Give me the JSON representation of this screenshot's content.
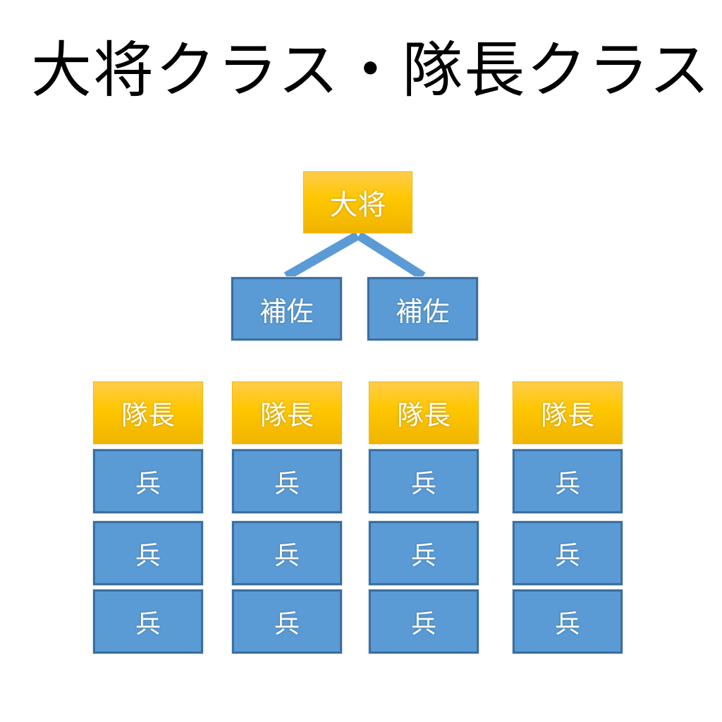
{
  "title": "大将クラス・隊長クラス",
  "colors": {
    "gold_top": "#FFCC4D",
    "gold_bottom": "#F0B400",
    "blue_fill": "#5B9BD5",
    "blue_border": "#3C6E9F",
    "connector": "#5B9BD5",
    "text": "#FFFFFF",
    "background": "#FFFFFF",
    "title_text": "#000000"
  },
  "chart_data": {
    "type": "diagram",
    "title": "大将クラス・隊長クラス",
    "layout": "org-chart",
    "levels": [
      {
        "level": 0,
        "style": "gold",
        "nodes": [
          {
            "label": "大将"
          }
        ]
      },
      {
        "level": 1,
        "style": "blue",
        "nodes": [
          {
            "label": "補佐"
          },
          {
            "label": "補佐"
          }
        ]
      },
      {
        "level": 2,
        "style": "gold",
        "nodes": [
          {
            "label": "隊長"
          },
          {
            "label": "隊長"
          },
          {
            "label": "隊長"
          },
          {
            "label": "隊長"
          }
        ]
      },
      {
        "level": 3,
        "style": "blue",
        "rows": 3,
        "nodes": [
          {
            "label": "兵"
          },
          {
            "label": "兵"
          },
          {
            "label": "兵"
          },
          {
            "label": "兵"
          },
          {
            "label": "兵"
          },
          {
            "label": "兵"
          },
          {
            "label": "兵"
          },
          {
            "label": "兵"
          },
          {
            "label": "兵"
          },
          {
            "label": "兵"
          },
          {
            "label": "兵"
          },
          {
            "label": "兵"
          }
        ]
      }
    ],
    "edges": [
      {
        "from": "大将",
        "to": "補佐",
        "index": 0
      },
      {
        "from": "大将",
        "to": "補佐",
        "index": 1
      }
    ]
  },
  "root": {
    "label": "大将"
  },
  "assistants": [
    {
      "label": "補佐"
    },
    {
      "label": "補佐"
    }
  ],
  "columns": [
    {
      "captain": {
        "label": "隊長"
      },
      "soldiers": [
        {
          "label": "兵"
        },
        {
          "label": "兵"
        },
        {
          "label": "兵"
        }
      ]
    },
    {
      "captain": {
        "label": "隊長"
      },
      "soldiers": [
        {
          "label": "兵"
        },
        {
          "label": "兵"
        },
        {
          "label": "兵"
        }
      ]
    },
    {
      "captain": {
        "label": "隊長"
      },
      "soldiers": [
        {
          "label": "兵"
        },
        {
          "label": "兵"
        },
        {
          "label": "兵"
        }
      ]
    },
    {
      "captain": {
        "label": "隊長"
      },
      "soldiers": [
        {
          "label": "兵"
        },
        {
          "label": "兵"
        },
        {
          "label": "兵"
        }
      ]
    }
  ]
}
